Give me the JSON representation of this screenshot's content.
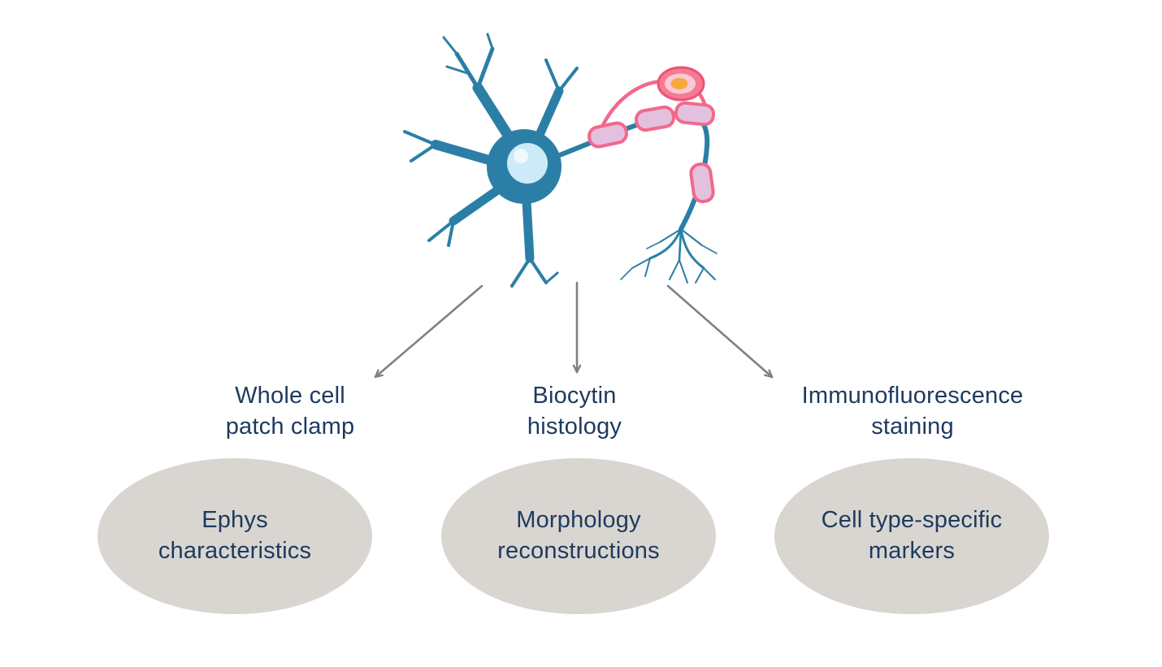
{
  "diagram": {
    "illustration": "myelinated-neuron",
    "techniques": [
      {
        "label": "Whole cell\npatch clamp",
        "result": "Ephys\ncharacteristics"
      },
      {
        "label": "Biocytin\nhistology",
        "result": "Morphology\nreconstructions"
      },
      {
        "label": "Immunofluorescence\nstaining",
        "result": "Cell type-specific\nmarkers"
      }
    ],
    "colors": {
      "text": "#1d3a5f",
      "ellipse_fill": "#d9d6d1",
      "arrow": "#808080",
      "neuron_body": "#2b7fa6",
      "nucleus": "#cdeaf8",
      "nucleus_highlight": "#eef9ff",
      "myelin_fill": "#e3c1de",
      "myelin_outline": "#f2688c",
      "schwann_bulb": "#f47c92",
      "schwann_bulb_inner": "#f9c9d4",
      "bulb_center": "#f6a83c"
    }
  }
}
